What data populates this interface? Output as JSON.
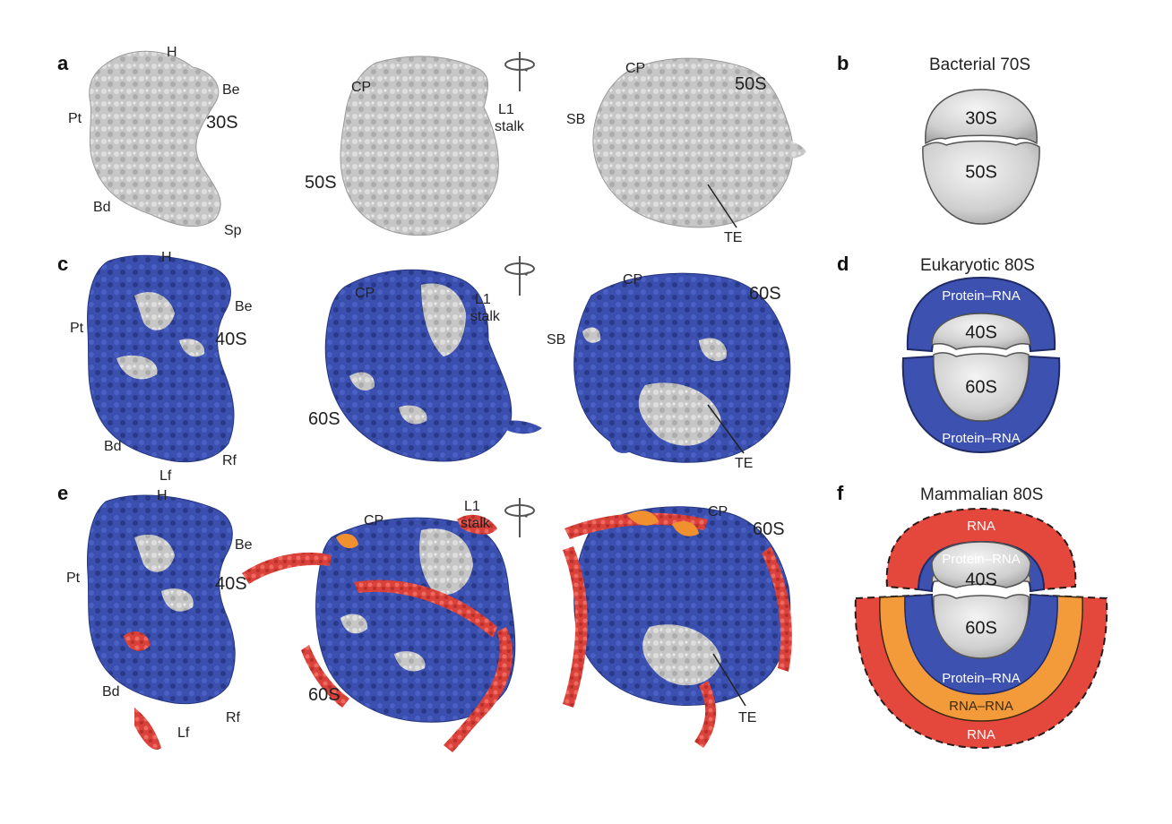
{
  "panel_letters": {
    "a": "a",
    "b": "b",
    "c": "c",
    "d": "d",
    "e": "e",
    "f": "f"
  },
  "panel_a": {
    "labels": {
      "H": "H",
      "Be": "Be",
      "Pt": "Pt",
      "sub30S": "30S",
      "Bd": "Bd",
      "Sp": "Sp",
      "CP1": "CP",
      "L1": "L1",
      "stalk": "stalk",
      "sub50S_1": "50S",
      "CP2": "CP",
      "sub50S_2": "50S",
      "SB": "SB",
      "TE": "TE"
    }
  },
  "panel_b": {
    "title": "Bacterial 70S",
    "small": "30S",
    "large": "50S"
  },
  "panel_c": {
    "labels": {
      "H": "H",
      "Be": "Be",
      "Pt": "Pt",
      "sub40S": "40S",
      "Bd": "Bd",
      "Lf": "Lf",
      "Rf": "Rf",
      "CP1": "CP",
      "L1": "L1",
      "stalk": "stalk",
      "sub60S_1": "60S",
      "CP2": "CP",
      "sub60S_2": "60S",
      "SB": "SB",
      "TE": "TE"
    }
  },
  "panel_d": {
    "title": "Eukaryotic 80S",
    "small": "40S",
    "large": "60S",
    "ring_top": "Protein–RNA",
    "ring_bottom": "Protein–RNA"
  },
  "panel_e": {
    "labels": {
      "H": "H",
      "Be": "Be",
      "Pt": "Pt",
      "sub40S": "40S",
      "Bd": "Bd",
      "Lf": "Lf",
      "Rf": "Rf",
      "CP1": "CP",
      "L1": "L1",
      "stalk": "stalk",
      "sub60S_1": "60S",
      "CP2": "CP",
      "sub60S_2": "60S",
      "TE": "TE"
    }
  },
  "panel_f": {
    "title": "Mammalian 80S",
    "small": "40S",
    "large": "60S",
    "top_outer": "RNA",
    "top_inner": "Protein–RNA",
    "bottom_inner": "Protein–RNA",
    "bottom_mid": "RNA–RNA",
    "bottom_outer": "RNA"
  },
  "colors": {
    "grey": "#c4c4c4",
    "grey_dark": "#9a9a9a",
    "blue": "#3a4fae",
    "blue_dark": "#26367f",
    "red": "#e0483f",
    "orange": "#f0902e",
    "ring_blue": "#3d52b0",
    "ring_red": "#e4473c",
    "ring_orange": "#f39a3a"
  },
  "icons": [
    "rotation-axis-icon"
  ]
}
